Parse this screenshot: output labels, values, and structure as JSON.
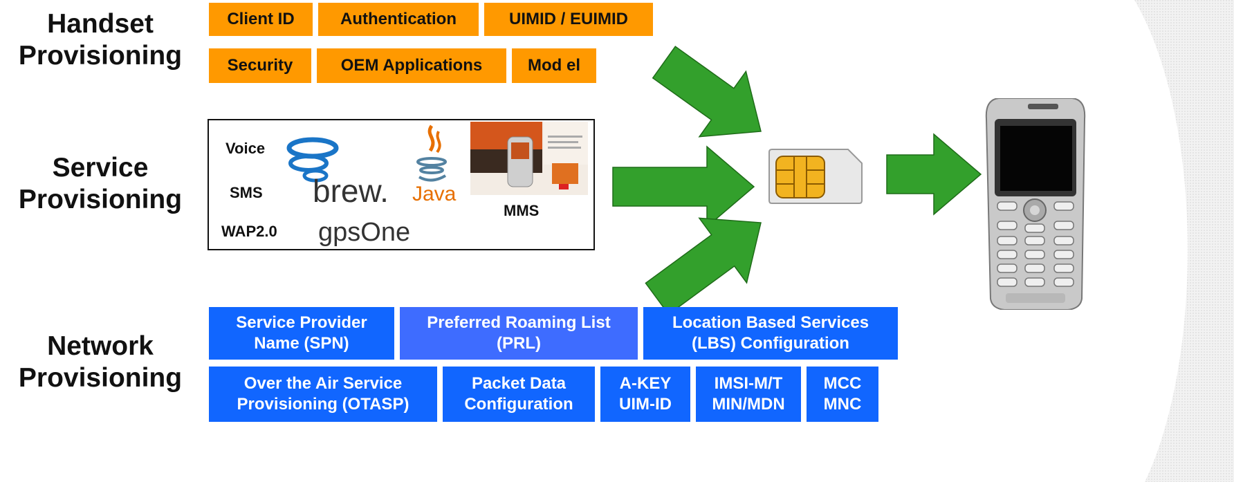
{
  "sections": {
    "handset": {
      "line1": "Handset",
      "line2": "Provisioning"
    },
    "service": {
      "line1": "Service",
      "line2": "Provisioning"
    },
    "network": {
      "line1": "Network",
      "line2": "Provisioning"
    }
  },
  "handset_items": {
    "client_id": "Client ID",
    "authentication": "Authentication",
    "uimid": "UIMID / EUIMID",
    "security": "Security",
    "oem_apps": "OEM Applications",
    "model": "Mod el"
  },
  "service_items": {
    "voice": "Voice",
    "sms": "SMS",
    "wap": "WAP2.0",
    "mms": "MMS",
    "brew_logo": "brew.",
    "java_logo": "Java",
    "gpsone_logo": "gpsOne"
  },
  "network_items": {
    "spn_1": "Service Provider",
    "spn_2": "Name (SPN)",
    "prl_1": "Preferred Roaming List",
    "prl_2": "(PRL)",
    "lbs_1": "Location Based Services",
    "lbs_2": "(LBS) Configuration",
    "otasp_1": "Over the Air Service",
    "otasp_2": "Provisioning (OTASP)",
    "pdc_1": "Packet Data",
    "pdc_2": "Configuration",
    "akey_1": "A-KEY",
    "akey_2": "UIM-ID",
    "imsi_1": "IMSI-M/T",
    "imsi_2": "MIN/MDN",
    "mcc_1": "MCC",
    "mcc_2": "MNC"
  },
  "colors": {
    "handset_tile": "#ff9900",
    "network_tile": "#1166ff",
    "arrow": "#33a02c"
  }
}
